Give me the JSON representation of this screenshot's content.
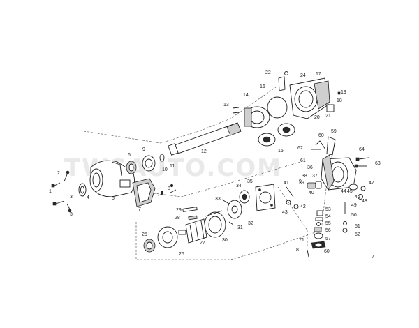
{
  "watermark": "TWSAUTO.COM",
  "part_labels": [
    {
      "id": "p1",
      "text": "1"
    },
    {
      "id": "p2",
      "text": "2"
    },
    {
      "id": "p3a",
      "text": "3"
    },
    {
      "id": "p3b",
      "text": "3"
    },
    {
      "id": "p4",
      "text": "4"
    },
    {
      "id": "p5",
      "text": "5"
    },
    {
      "id": "p6",
      "text": "6"
    },
    {
      "id": "p7",
      "text": "7"
    },
    {
      "id": "p8a",
      "text": "8"
    },
    {
      "id": "p8b",
      "text": "8"
    },
    {
      "id": "p9a",
      "text": "9"
    },
    {
      "id": "p9b",
      "text": "9"
    },
    {
      "id": "p10",
      "text": "10"
    },
    {
      "id": "p11",
      "text": "11"
    },
    {
      "id": "p12",
      "text": "12"
    },
    {
      "id": "p13",
      "text": "13"
    },
    {
      "id": "p14",
      "text": "14"
    },
    {
      "id": "p15",
      "text": "15"
    },
    {
      "id": "p16",
      "text": "16"
    },
    {
      "id": "p17",
      "text": "17"
    },
    {
      "id": "p18",
      "text": "18"
    },
    {
      "id": "p19",
      "text": "19"
    },
    {
      "id": "p20",
      "text": "20"
    },
    {
      "id": "p21",
      "text": "21"
    },
    {
      "id": "p22",
      "text": "22"
    },
    {
      "id": "p24",
      "text": "24"
    },
    {
      "id": "p25",
      "text": "25"
    },
    {
      "id": "p26",
      "text": "26"
    },
    {
      "id": "p27",
      "text": "27"
    },
    {
      "id": "p28",
      "text": "28"
    },
    {
      "id": "p29",
      "text": "29"
    },
    {
      "id": "p30",
      "text": "30"
    },
    {
      "id": "p31",
      "text": "31"
    },
    {
      "id": "p32",
      "text": "32"
    },
    {
      "id": "p33",
      "text": "33"
    },
    {
      "id": "p34",
      "text": "34"
    },
    {
      "id": "p35",
      "text": "35"
    },
    {
      "id": "p36",
      "text": "36"
    },
    {
      "id": "p37",
      "text": "37"
    },
    {
      "id": "p38",
      "text": "38"
    },
    {
      "id": "p39",
      "text": "39"
    },
    {
      "id": "p40",
      "text": "40"
    },
    {
      "id": "p41",
      "text": "41"
    },
    {
      "id": "p42",
      "text": "42"
    },
    {
      "id": "p43",
      "text": "43"
    },
    {
      "id": "p44",
      "text": "44"
    },
    {
      "id": "p45",
      "text": "45"
    },
    {
      "id": "p46",
      "text": "46"
    },
    {
      "id": "p47",
      "text": "47"
    },
    {
      "id": "p48",
      "text": "48"
    },
    {
      "id": "p49",
      "text": "49"
    },
    {
      "id": "p50",
      "text": "50"
    },
    {
      "id": "p51",
      "text": "51"
    },
    {
      "id": "p52",
      "text": "52"
    },
    {
      "id": "p53",
      "text": "53"
    },
    {
      "id": "p54",
      "text": "54"
    },
    {
      "id": "p55",
      "text": "55"
    },
    {
      "id": "p56",
      "text": "56"
    },
    {
      "id": "p57",
      "text": "57"
    },
    {
      "id": "p59",
      "text": "59"
    },
    {
      "id": "p60a",
      "text": "60"
    },
    {
      "id": "p60b",
      "text": "60"
    },
    {
      "id": "p61",
      "text": "61"
    },
    {
      "id": "p62",
      "text": "62"
    },
    {
      "id": "p63",
      "text": "63"
    },
    {
      "id": "p64",
      "text": "64"
    },
    {
      "id": "p71",
      "text": "71"
    },
    {
      "id": "p7b",
      "text": "7"
    }
  ]
}
